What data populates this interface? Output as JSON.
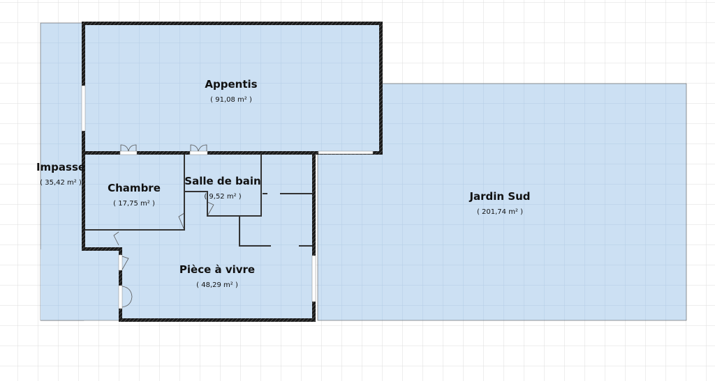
{
  "colors": {
    "room_fill": "#cce0f3",
    "wall": "#1a1a1a",
    "grid": "#dcdcdc",
    "room_grid": "#b3cde6"
  },
  "rooms": [
    {
      "name": "Appentis",
      "area": "( 91,08 m² )"
    },
    {
      "name": "Impasse",
      "area": "( 35,42 m² )"
    },
    {
      "name": "Chambre",
      "area": "( 17,75 m² )"
    },
    {
      "name": "Salle de bain",
      "area": "( 9,52 m² )"
    },
    {
      "name": "Jardin Sud",
      "area": "( 201,74 m² )"
    },
    {
      "name": "Pièce à vivre",
      "area": "( 48,29 m² )"
    }
  ]
}
